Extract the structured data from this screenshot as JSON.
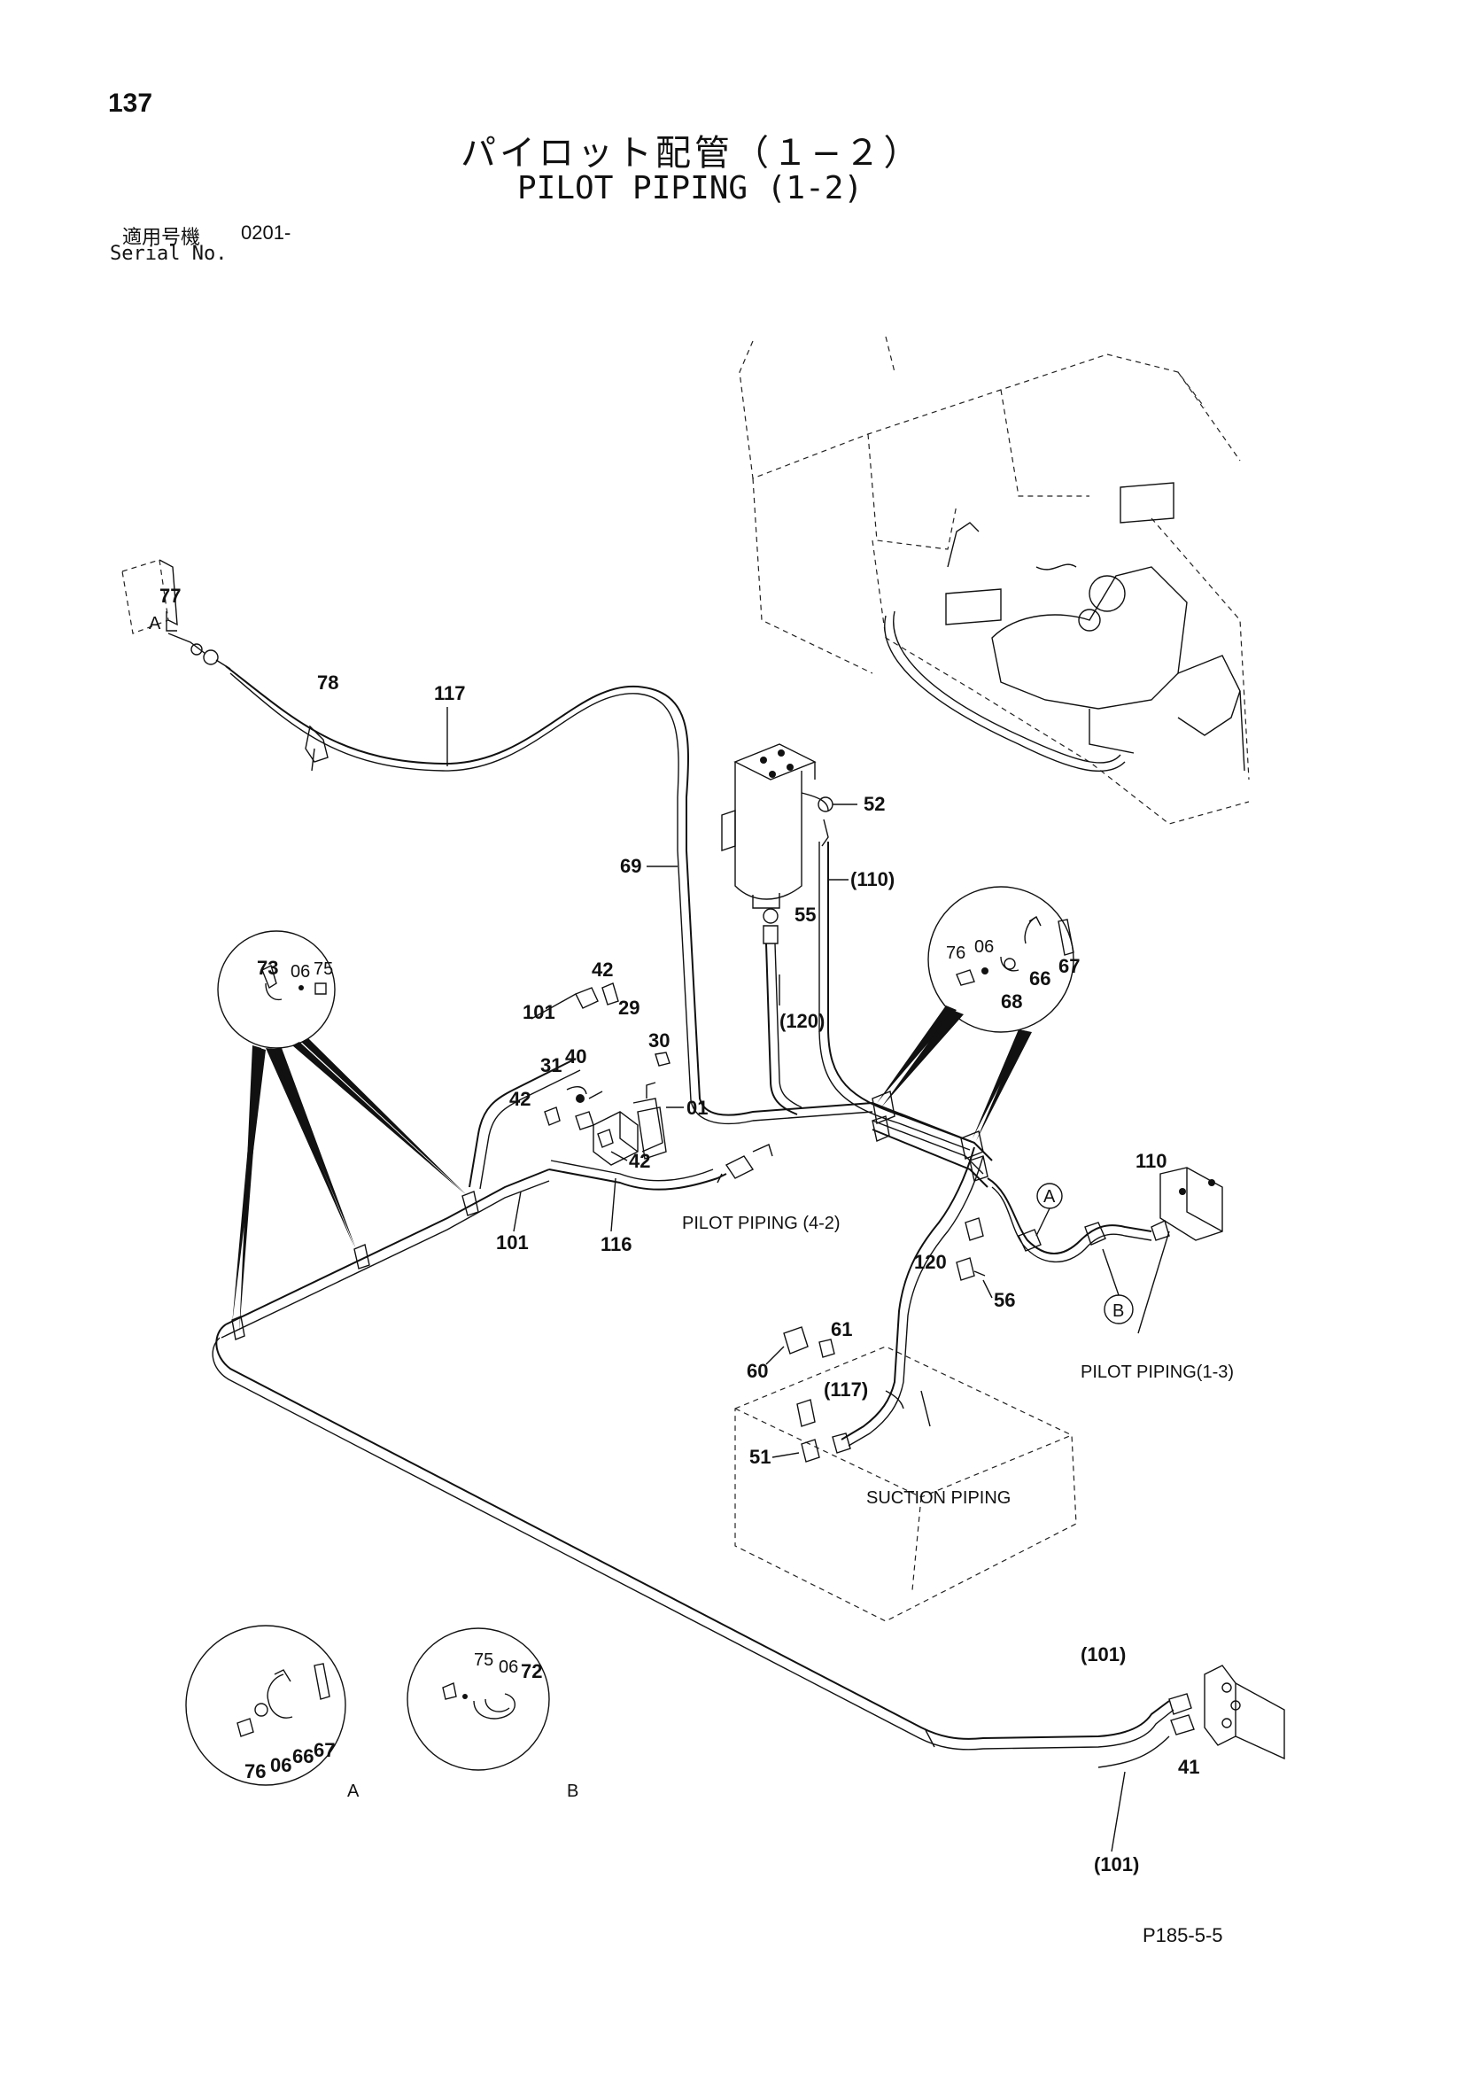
{
  "page": {
    "page_number": "137",
    "title_jp": "パイロット配管（１−２）",
    "title_en": "PILOT PIPING (1-2)",
    "serial_label_jp": "適用号機",
    "serial_value": "0201-",
    "serial_label_en": "Serial No.",
    "drawing_code": "P185-5-5"
  },
  "part_labels": {
    "p77": "77",
    "pA_top": "A",
    "p78": "78",
    "p117": "117",
    "p69": "69",
    "p52": "52",
    "p110p": "(110)",
    "p55": "55",
    "p120p": "(120)",
    "p42a": "42",
    "p29": "29",
    "p30": "30",
    "p101a": "101",
    "p31": "31",
    "p40": "40",
    "p42b": "42",
    "p01": "01",
    "p42c": "42",
    "p101b": "101",
    "p116": "116",
    "p73": "73",
    "p06a": "06",
    "p75a": "75",
    "p76a": "76",
    "p06b": "06",
    "p66a": "66",
    "p67a": "67",
    "p68": "68",
    "p110": "110",
    "pA_circ": "A",
    "pB_circ": "B",
    "p120": "120",
    "p56": "56",
    "p61": "61",
    "p60": "60",
    "p117p": "(117)",
    "p51": "51",
    "p75b": "75",
    "p06c": "06",
    "p72": "72",
    "p76b": "76",
    "p06d": "06",
    "p66b": "66",
    "p67b": "67",
    "p101p_a": "(101)",
    "p101p_b": "(101)",
    "p41": "41",
    "detailA": "A",
    "detailB": "B"
  },
  "references": {
    "pilot_4_2": "PILOT PIPING (4-2)",
    "pilot_1_3": "PILOT PIPING(1-3)",
    "suction": "SUCTION PIPING"
  }
}
